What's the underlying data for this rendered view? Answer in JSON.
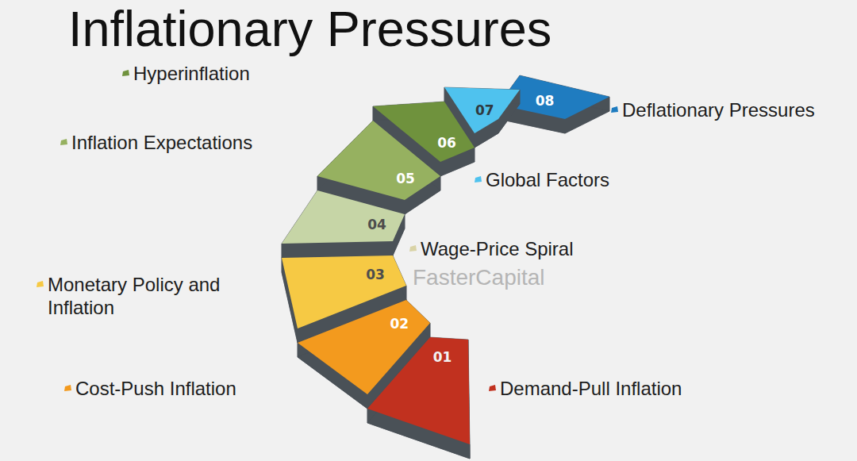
{
  "diagram": {
    "title": "Inflationary Pressures",
    "nodes": [
      {
        "text": [
          "01"
        ]
      },
      {
        "text": [
          "02"
        ]
      },
      {
        "text": [
          "03"
        ]
      },
      {
        "text": [
          "04"
        ]
      },
      {
        "text": [
          "05"
        ]
      },
      {
        "text": [
          "06"
        ]
      },
      {
        "text": [
          "07"
        ]
      },
      {
        "text": [
          "08"
        ]
      }
    ],
    "labels": [
      "Demand-Pull Inflation",
      "Cost-Push Inflation",
      "Monetary Policy and Inflation",
      "Wage-Price Spiral",
      "Inflation Expectations",
      "Global Factors",
      "Hyperinflation",
      "Deflationary Pressures",
      "FasterCapital"
    ]
  }
}
